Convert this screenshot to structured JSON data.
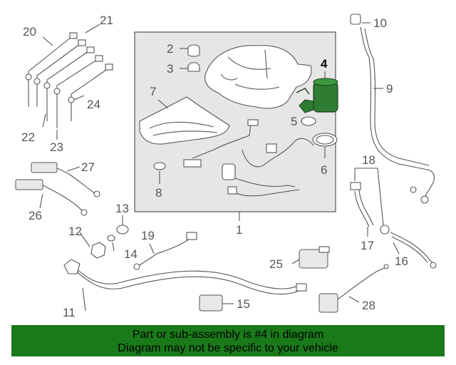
{
  "diagram": {
    "callouts": {
      "c1": "1",
      "c2": "2",
      "c3": "3",
      "c4": "4",
      "c5": "5",
      "c6": "6",
      "c7": "7",
      "c8": "8",
      "c9": "9",
      "c10": "10",
      "c11": "11",
      "c12": "12",
      "c13": "13",
      "c14": "14",
      "c15": "15",
      "c16": "16",
      "c17": "17",
      "c18": "18",
      "c19": "19",
      "c20": "20",
      "c21": "21",
      "c22": "22",
      "c23": "23",
      "c24": "24",
      "c25": "25",
      "c26": "26",
      "c27": "27",
      "c28": "28"
    },
    "highlight_color": "#2e7d32"
  },
  "banner": {
    "line1": "Part or sub-assembly is #4 in diagram",
    "line2": "Diagram may not be specific to your vehicle",
    "background": "#1a7a1a"
  }
}
